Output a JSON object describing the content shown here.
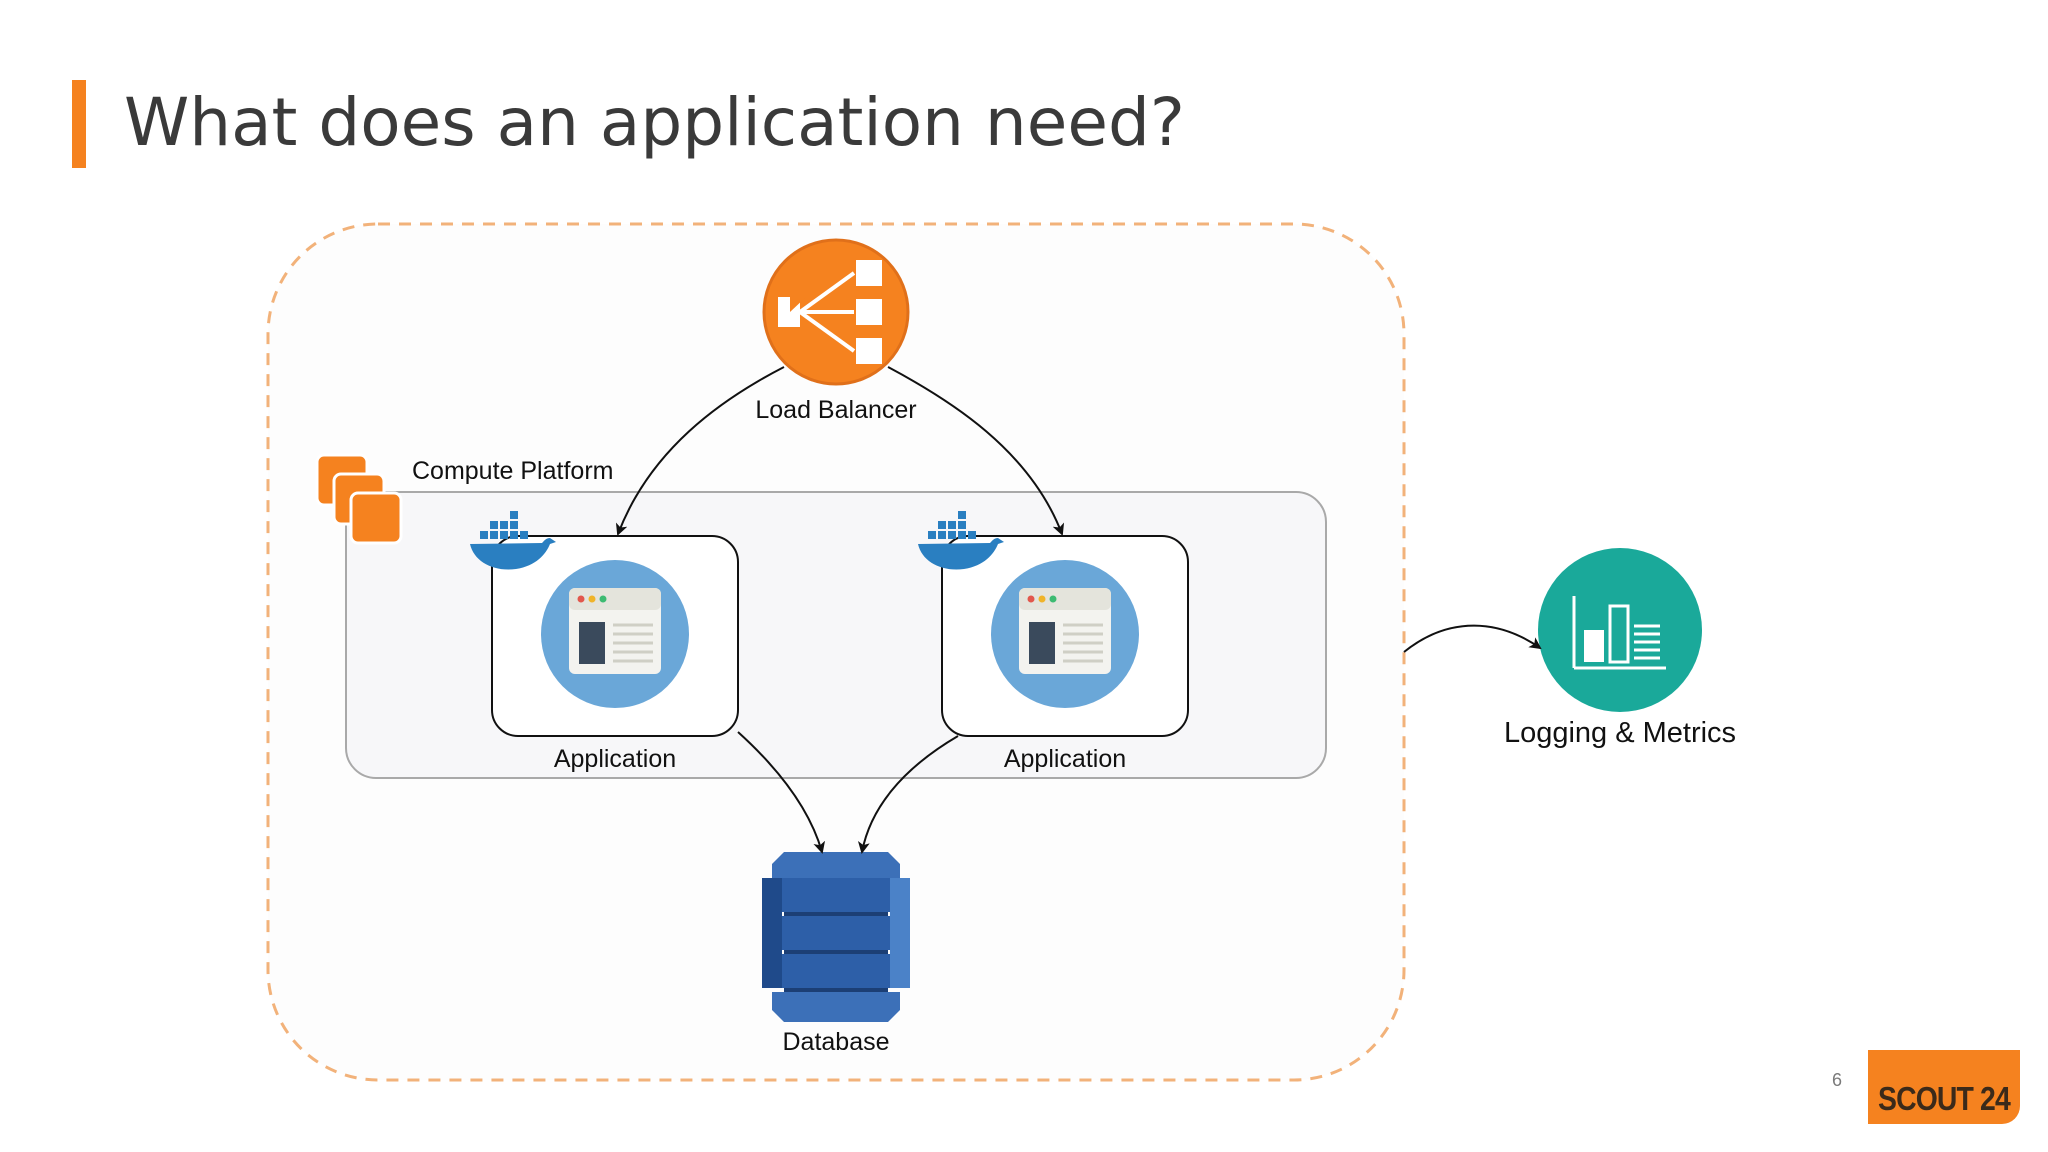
{
  "slide": {
    "title": "What does an application need?",
    "page_number": "6",
    "brand_text": "SCOUT 24"
  },
  "diagram": {
    "load_balancer": {
      "label": "Load Balancer",
      "icon": "load-balancer-icon"
    },
    "compute_platform": {
      "label": "Compute Platform",
      "icon": "aws-instances-icon"
    },
    "applications": [
      {
        "label": "Application",
        "icon": "browser-window-icon",
        "container_icon": "docker-whale-icon"
      },
      {
        "label": "Application",
        "icon": "browser-window-icon",
        "container_icon": "docker-whale-icon"
      }
    ],
    "database": {
      "label": "Database",
      "icon": "dynamodb-icon"
    },
    "logging": {
      "label": "Logging & Metrics",
      "icon": "bar-chart-icon"
    }
  },
  "colors": {
    "accent_orange": "#f5821f",
    "teal": "#1aa99a",
    "db_blue": "#2d5fa8",
    "app_icon_blue": "#6aa7d8"
  }
}
